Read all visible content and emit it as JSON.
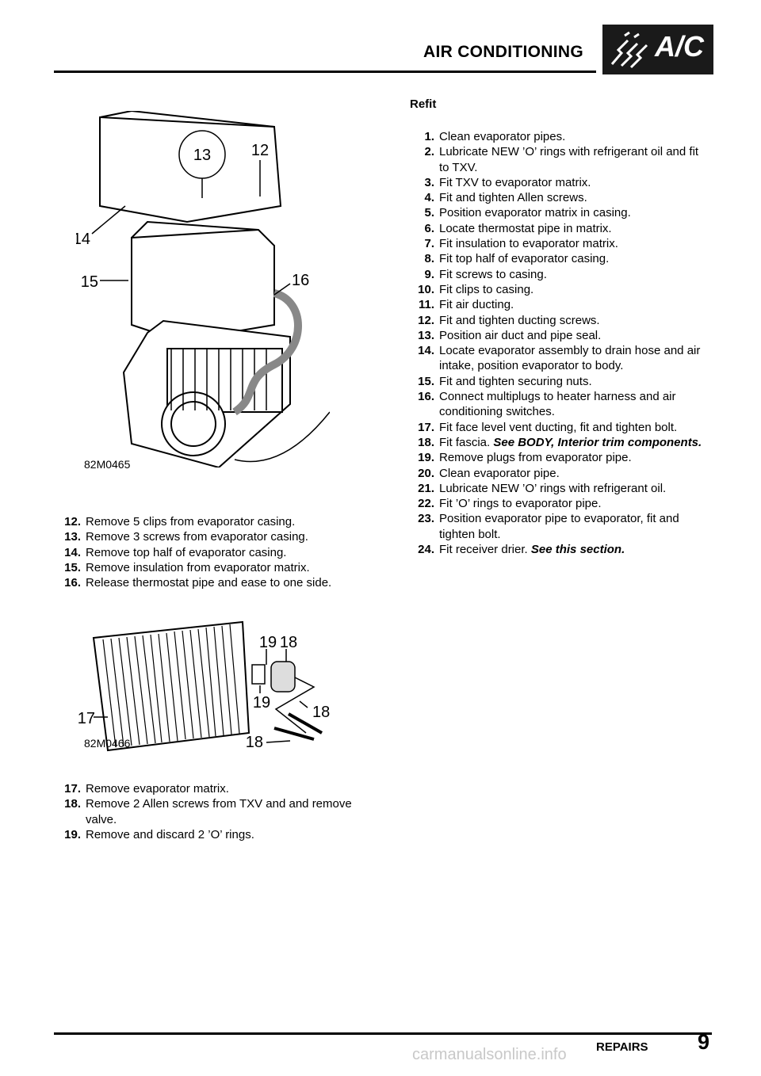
{
  "header": {
    "title": "AIR CONDITIONING",
    "badge": "A/C"
  },
  "figure1": {
    "id": "82M0465",
    "callouts": [
      "13",
      "12",
      "14",
      "15",
      "16"
    ]
  },
  "figure2": {
    "id": "82M0466",
    "callouts": [
      "19",
      "18",
      "17",
      "19",
      "18",
      "18"
    ]
  },
  "left_steps": [
    {
      "n": "12.",
      "t": "Remove 5 clips from evaporator casing."
    },
    {
      "n": "13.",
      "t": "Remove 3 screws from evaporator casing."
    },
    {
      "n": "14.",
      "t": "Remove top half of evaporator casing."
    },
    {
      "n": "15.",
      "t": "Remove insulation from evaporator matrix."
    },
    {
      "n": "16.",
      "t": "Release thermostat pipe and ease to one side."
    }
  ],
  "left_steps2": [
    {
      "n": "17.",
      "t": "Remove evaporator matrix."
    },
    {
      "n": "18.",
      "t": "Remove 2 Allen screws from TXV and and remove valve."
    },
    {
      "n": "19.",
      "t": "Remove and discard 2 ’O’ rings."
    }
  ],
  "refit": {
    "title": "Refit",
    "steps": [
      {
        "n": "1.",
        "t": "Clean evaporator pipes."
      },
      {
        "n": "2.",
        "t": "Lubricate NEW ’O’ rings with refrigerant oil and fit to TXV."
      },
      {
        "n": "3.",
        "t": "Fit TXV to evaporator matrix."
      },
      {
        "n": "4.",
        "t": "Fit and tighten Allen screws."
      },
      {
        "n": "5.",
        "t": "Position evaporator matrix in casing."
      },
      {
        "n": "6.",
        "t": "Locate thermostat pipe in matrix."
      },
      {
        "n": "7.",
        "t": "Fit insulation to evaporator matrix."
      },
      {
        "n": "8.",
        "t": "Fit top half of evaporator casing."
      },
      {
        "n": "9.",
        "t": "Fit screws to casing."
      },
      {
        "n": "10.",
        "t": "Fit clips to casing."
      },
      {
        "n": "11.",
        "t": "Fit air ducting."
      },
      {
        "n": "12.",
        "t": "Fit and tighten ducting screws."
      },
      {
        "n": "13.",
        "t": "Position air duct and pipe seal."
      },
      {
        "n": "14.",
        "t": "Locate evaporator assembly to drain hose and air intake, position evaporator to body."
      },
      {
        "n": "15.",
        "t": "Fit and tighten securing nuts."
      },
      {
        "n": "16.",
        "t": "Connect multiplugs to heater harness and air conditioning switches."
      },
      {
        "n": "17.",
        "t": "Fit face level vent ducting, fit and tighten bolt."
      },
      {
        "n": "18.",
        "t": "Fit fascia.",
        "ref": "See BODY, Interior trim components."
      },
      {
        "n": "19.",
        "t": "Remove plugs from evaporator pipe."
      },
      {
        "n": "20.",
        "t": "Clean evaporator pipe."
      },
      {
        "n": "21.",
        "t": "Lubricate NEW ’O’ rings with refrigerant oil."
      },
      {
        "n": "22.",
        "t": "Fit ’O’ rings to evaporator pipe."
      },
      {
        "n": "23.",
        "t": "Position evaporator pipe to evaporator, fit and tighten bolt."
      },
      {
        "n": "24.",
        "t": "Fit receiver drier.",
        "ref": "See this section."
      }
    ]
  },
  "footer": {
    "label": "REPAIRS",
    "page": "9"
  },
  "watermark": "carmanualsonline.info"
}
